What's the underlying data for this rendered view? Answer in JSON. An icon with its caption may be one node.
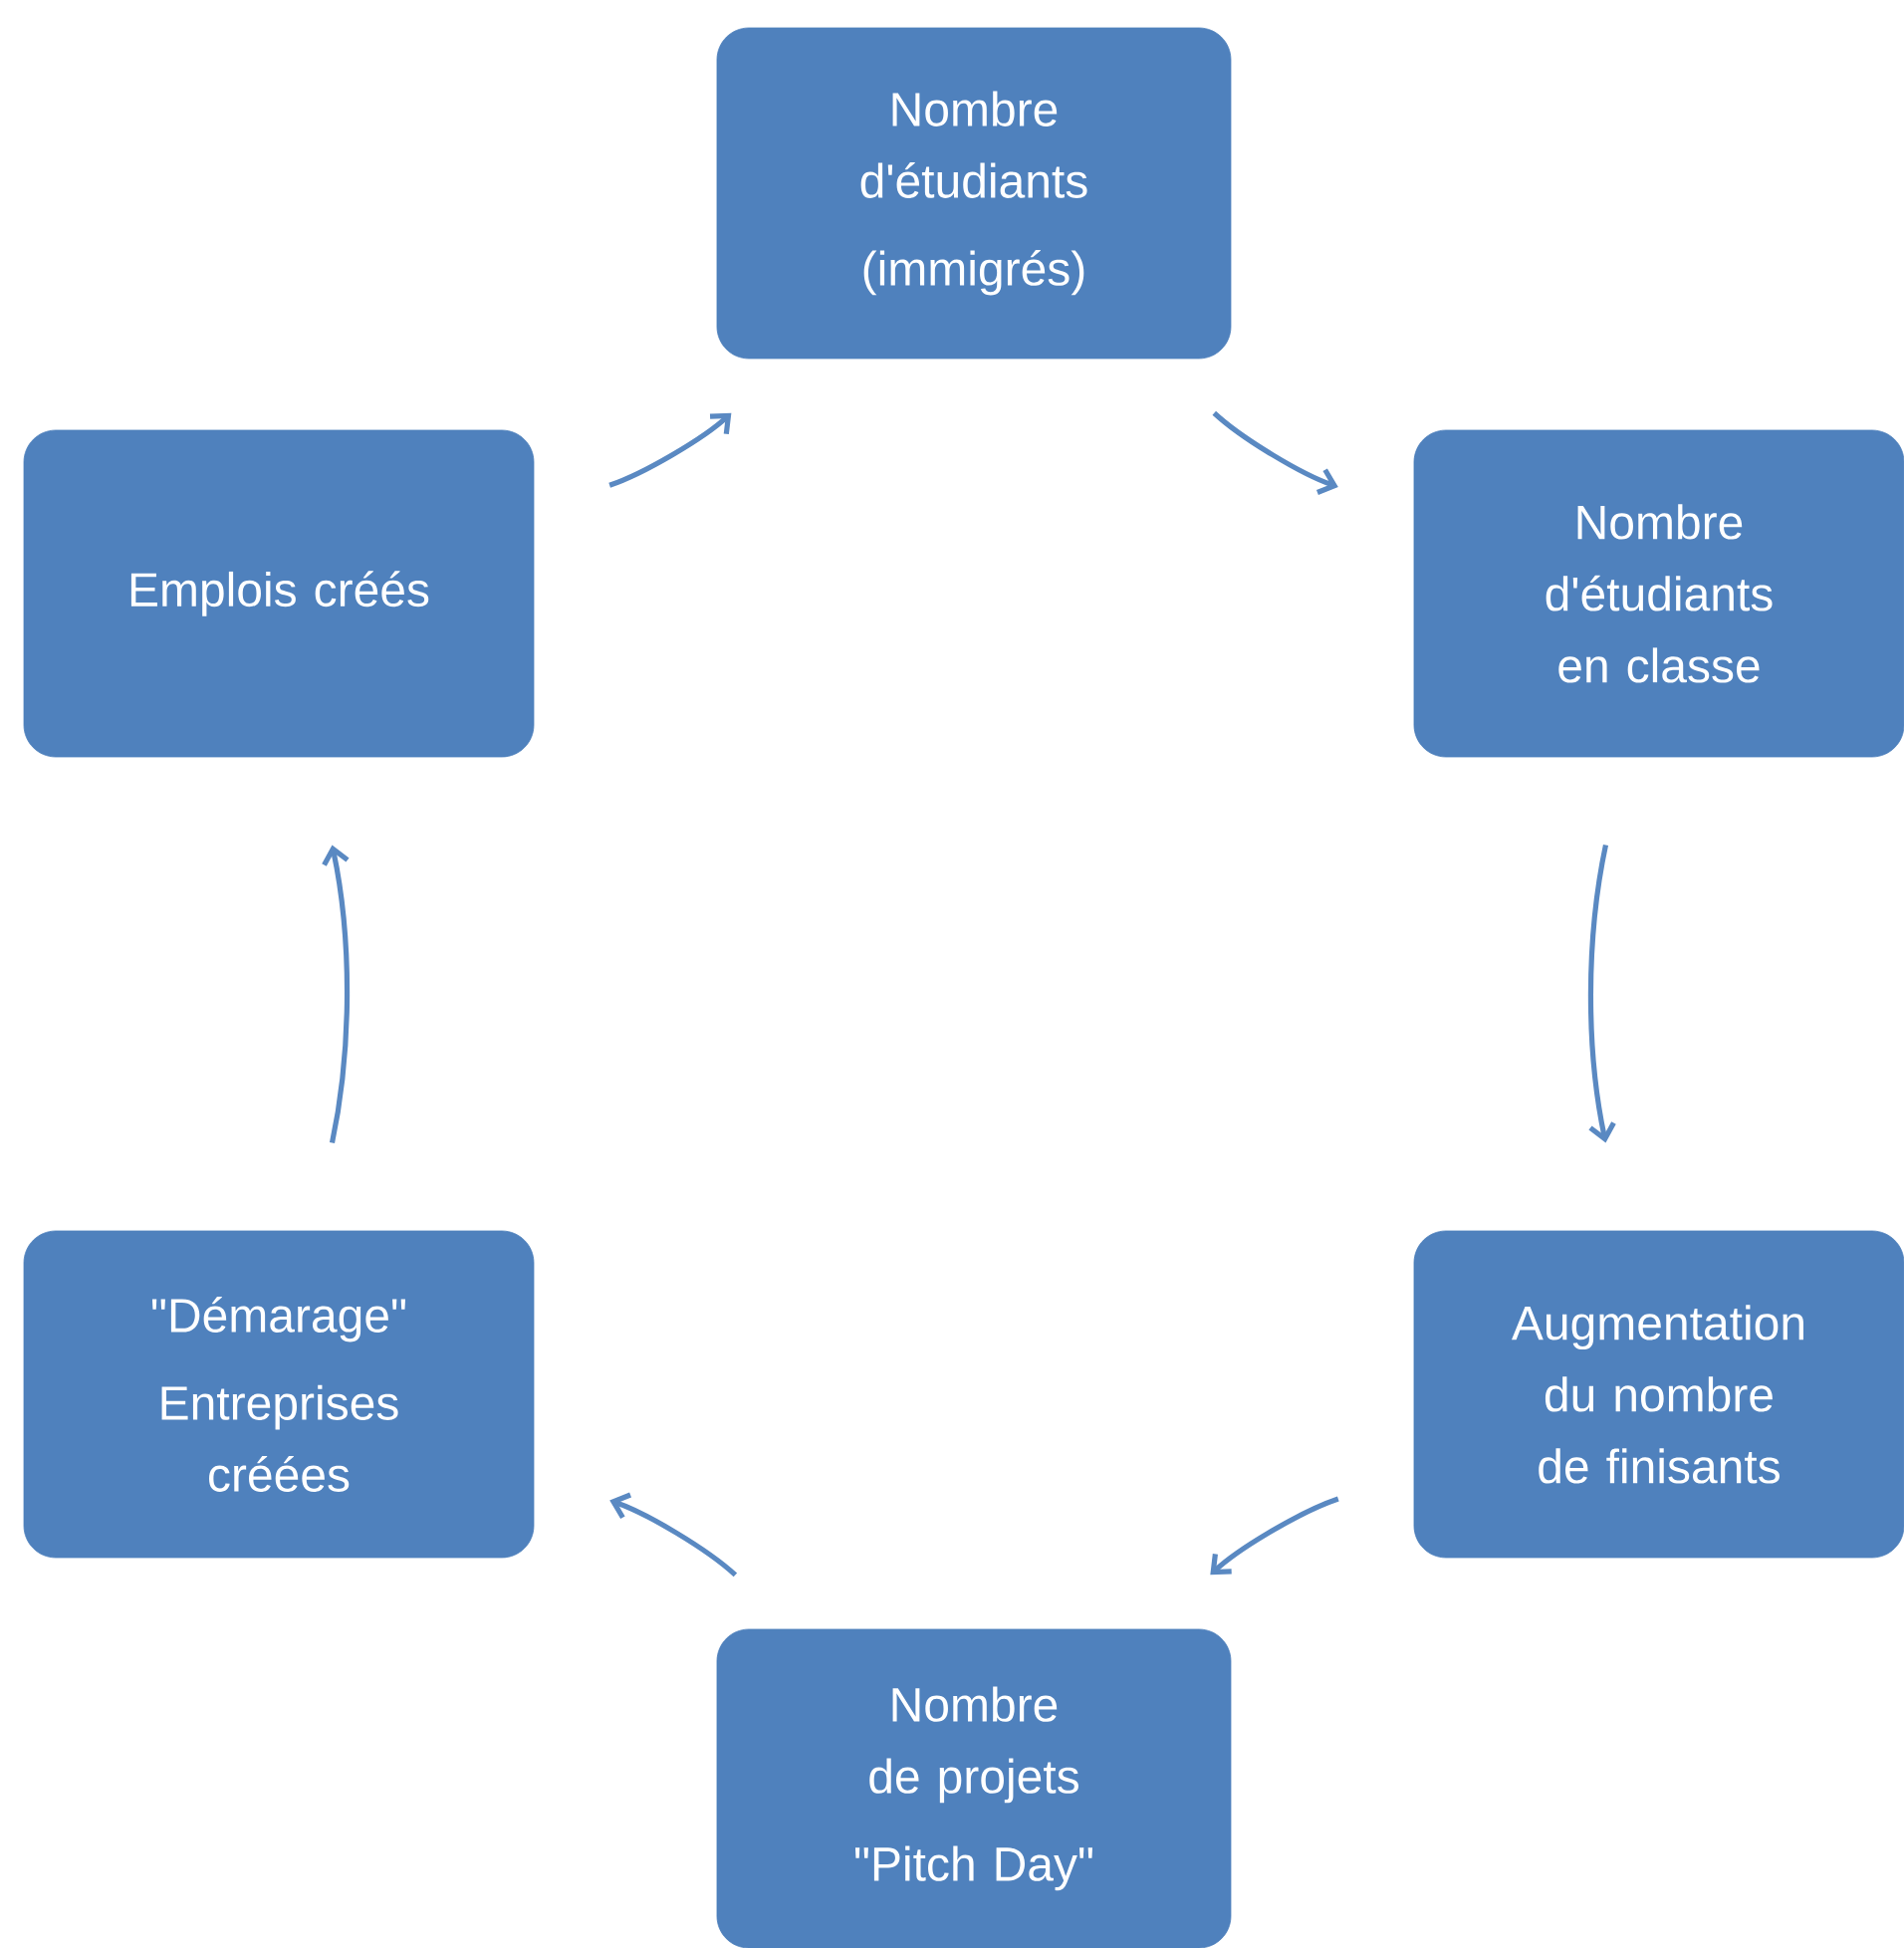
{
  "diagram": {
    "nodes": [
      {
        "text": [
          "Nombre d'étudiants",
          "(immigrés)"
        ]
      },
      {
        "text": [
          "Nombre d'étudiants en classe"
        ]
      },
      {
        "text": [
          "Augmentation du nombre de finisants"
        ]
      },
      {
        "text": [
          "Nombre de projets",
          "\"Pitch Day\""
        ]
      },
      {
        "text": [
          "\"Démarage\"",
          "Entreprises créées"
        ]
      },
      {
        "text": [
          "Emplois créés"
        ]
      }
    ],
    "edges": [
      {
        "from": 0,
        "to": 1,
        "arrow": "to"
      },
      {
        "from": 1,
        "to": 2,
        "arrow": "to"
      },
      {
        "from": 2,
        "to": 3,
        "arrow": "to"
      },
      {
        "from": 3,
        "to": 4,
        "arrow": "to"
      },
      {
        "from": 4,
        "to": 5,
        "arrow": "to"
      },
      {
        "from": 5,
        "to": 0,
        "arrow": "to"
      }
    ]
  }
}
